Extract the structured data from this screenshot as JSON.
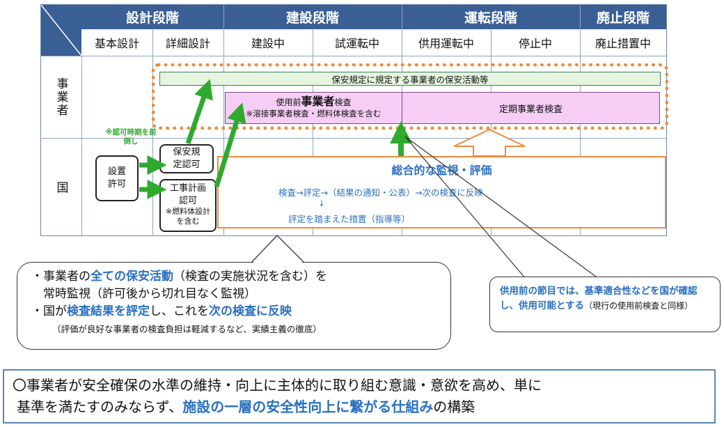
{
  "header": {
    "phases": [
      "設計段階",
      "建設段階",
      "運転段階",
      "廃止段階"
    ],
    "subphases": [
      "基本設計",
      "詳細設計",
      "建設中",
      "試運転中",
      "供用運転中",
      "停止中",
      "廃止措置中"
    ]
  },
  "rows": {
    "operator": "事業者",
    "state": "国"
  },
  "boxes": {
    "safety_activities": "保安規定に規定する事業者の保安活動等",
    "preuse_prefix": "使用前",
    "preuse_big": "事業者",
    "preuse_suffix": "検査",
    "preuse_note": "※溶接事業者検査・燃料体検査を含む",
    "periodic": "定期事業者検査",
    "approval_note": "※認可時期を前倒し",
    "install_permit": "設置許可",
    "safety_rules": "保安規定認可",
    "construction_plan": "工事計画認可",
    "construction_note": "※燃料体設計を含む",
    "oversight_title": "総合的な監視・評価",
    "oversight_flow": "検査→評定→（結果の通知・公表）→次の検査に反映",
    "oversight_arrow": "↓",
    "oversight_measures": "評定を踏まえた措置（指導等）"
  },
  "callout_left": {
    "line1_pre": "・事業者の",
    "line1_em": "全ての保安活動",
    "line1_post": "（検査の実施状況を含む）を",
    "line2": "常時監視（許可後から切れ目なく監視）",
    "line3_pre": "・国が",
    "line3_em1": "検査結果を評定",
    "line3_mid": "し、これを",
    "line3_em2": "次の検査に反映",
    "line4": "（評価が良好な事業者の検査負担は軽減するなど、実績主義の徹底）"
  },
  "callout_right": {
    "em": "供用前の節目では、基準適合性などを国が確認し、供用可能とする",
    "note": "（現行の使用前検査と同様）"
  },
  "bottom": {
    "line1": "〇事業者が安全確保の水準の維持・向上に主体的に取り組む意識・意欲を高め、単に",
    "line2_pre": "基準を満たすのみならず、",
    "line2_em": "施設の一層の安全性向上に繋がる仕組み",
    "line2_post": "の構築"
  },
  "colors": {
    "header_blue": "#3a5f95",
    "green_box": "#e6f5e0",
    "pink_box": "#f5cdf5",
    "orange": "#f08a3c",
    "arrow_green": "#2eaa2e",
    "text_blue": "#2a6fc0"
  }
}
